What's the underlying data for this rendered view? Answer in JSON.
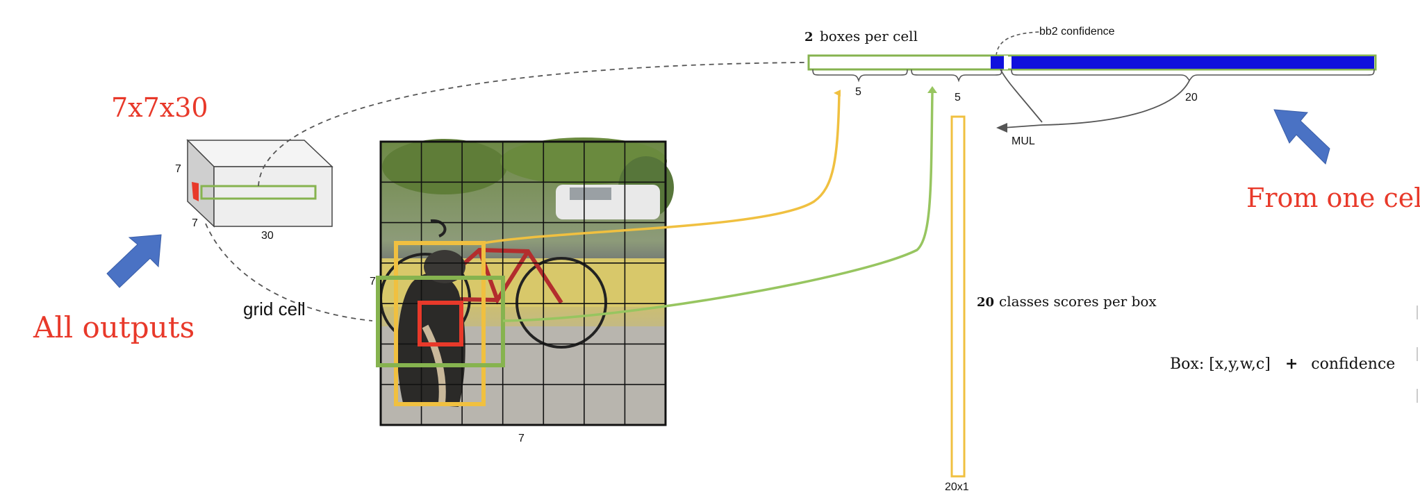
{
  "headings": {
    "tensor_shape": "7x7x30",
    "all_outputs": "All outputs",
    "from_one_cell": "From one cell"
  },
  "tensor": {
    "height_label": "7",
    "width_label": "7",
    "depth_label": "30"
  },
  "grid": {
    "label": "grid cell",
    "rows_label": "7",
    "cols_label": "7"
  },
  "vector": {
    "boxes_count": "2",
    "boxes_text": "boxes  per  cell",
    "bb2_label": "bb2 confidence",
    "box1_size": "5",
    "box2_size": "5",
    "class_size": "20",
    "mul_label": "MUL"
  },
  "classes_column": {
    "count": "20",
    "text": "classes  scores  per  box",
    "size_label": "20x1"
  },
  "box_description": {
    "prefix": "Box:  [x,y,w,c]",
    "plus": "+",
    "suffix": "confidence"
  },
  "colors": {
    "heading_red": "#e8392a",
    "arrow_blue": "#4a72c4",
    "box_green": "#86b34f",
    "box_yellow": "#f0c040",
    "class_blue": "#1010dd",
    "cell_red": "#e8392a"
  }
}
